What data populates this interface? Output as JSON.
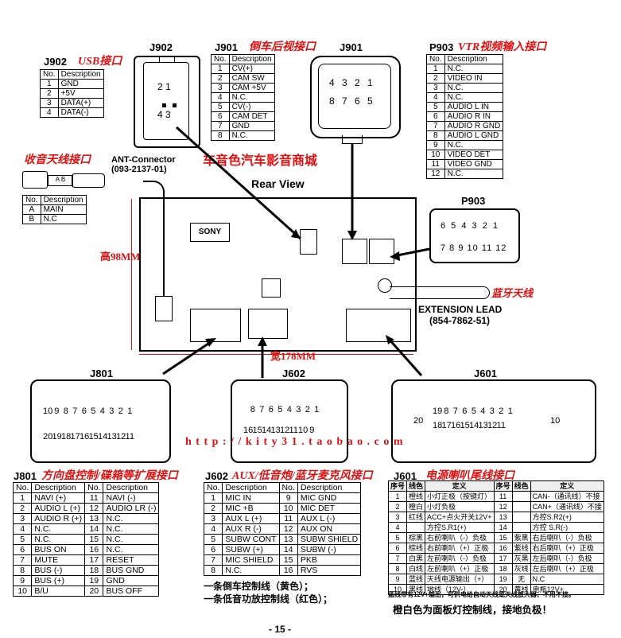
{
  "labels": {
    "j902_top": "J902",
    "j901_mid": "J901",
    "j901_right": "J901",
    "p903_top": "P903",
    "p903_conn": "P903",
    "rear_view": "Rear View",
    "ant_connector": "ANT-Connector",
    "ant_part": "(093-2137-01)",
    "extension_lead": "EXTENSION LEAD",
    "extension_part": "(854-7862-51)",
    "j801_conn": "J801",
    "j602_conn": "J602",
    "j601_conn": "J601",
    "page_number": "- 15 -"
  },
  "chinese": {
    "usb": "USB接口",
    "reverse_cam": "倒车后视接口",
    "vtr": "VTR视频输入接口",
    "radio_ant": "收音天线接口",
    "shop": "车音色汽车影音商城",
    "height": "高98MM",
    "width": "宽178MM",
    "bt_ant": "蓝牙天线",
    "url": "h t t p : / / k i t y 3 1 . t a o b a o . c o m",
    "j801_title": "方向盘控制/碟箱等扩展接口",
    "j602_title": "AUX/低音炮/蓝牙麦克风接口",
    "j601_title": "电源喇叭尾线接口",
    "note1": "一条倒车控制线（黄色）；",
    "note2": "一条低音功放控制线（红色）；",
    "note3": "蓝线带有12V+输出，可供电给自动天线或天线放大器，不用不接。",
    "note4": "橙白色为面板灯控制线，接地负极！"
  },
  "j902_table": {
    "title": "J902",
    "header": [
      "No.",
      "Description"
    ],
    "rows": [
      [
        "1",
        "GND"
      ],
      [
        "2",
        "+5V"
      ],
      [
        "3",
        "DATA(+)"
      ],
      [
        "4",
        "DATA(-)"
      ]
    ]
  },
  "j901_table": {
    "title": "J901",
    "header": [
      "No.",
      "Description"
    ],
    "rows": [
      [
        "1",
        "CV(+)"
      ],
      [
        "2",
        "CAM SW"
      ],
      [
        "3",
        "CAM +5V"
      ],
      [
        "4",
        "N.C."
      ],
      [
        "5",
        "CV(-)"
      ],
      [
        "6",
        "CAM DET"
      ],
      [
        "7",
        "GND"
      ],
      [
        "8",
        "N.C."
      ]
    ]
  },
  "p903_table": {
    "title": "P903",
    "header": [
      "No.",
      "Description"
    ],
    "rows": [
      [
        "1",
        "N.C."
      ],
      [
        "2",
        "VIDEO IN"
      ],
      [
        "3",
        "N.C."
      ],
      [
        "4",
        "N.C."
      ],
      [
        "5",
        "AUDIO L IN"
      ],
      [
        "6",
        "AUDIO R IN"
      ],
      [
        "7",
        "AUDIO R GND"
      ],
      [
        "8",
        "AUDIO L GND"
      ],
      [
        "9",
        "N.C."
      ],
      [
        "10",
        "VIDEO DET"
      ],
      [
        "11",
        "VIDEO GND"
      ],
      [
        "12",
        "N.C."
      ]
    ]
  },
  "ant_table": {
    "header": [
      "No.",
      "Description"
    ],
    "rows": [
      [
        "A",
        "MAIN"
      ],
      [
        "B",
        "N.C"
      ]
    ]
  },
  "ant_plug": {
    "a": "A",
    "b": "B"
  },
  "j902_pins": {
    "r1": "2 1",
    "r2": "4 3"
  },
  "j901_pins": {
    "r1": "4 3 2 1",
    "r2": "8 7 6 5"
  },
  "p903_pins": {
    "r1": "6 5 4 3 2 1",
    "r2": "7 8 9 10 11 12"
  },
  "j801_pins": {
    "r1": [
      "10",
      "9",
      "8",
      "7",
      "6",
      "5",
      "4",
      "3",
      "2",
      "1"
    ],
    "r2": [
      "20",
      "19",
      "18",
      "17",
      "16",
      "15",
      "14",
      "13",
      "12",
      "11"
    ]
  },
  "j602_pins": {
    "r1": [
      "8",
      "7",
      "6",
      "5",
      "4",
      "3",
      "2",
      "1"
    ],
    "r2": [
      "16",
      "15",
      "14",
      "13",
      "12",
      "11",
      "10",
      "9"
    ]
  },
  "j601_pins": {
    "left": "20",
    "r1": [
      "19",
      "8",
      "7",
      "6",
      "5",
      "4",
      "3",
      "2",
      "1"
    ],
    "r2": [
      "18",
      "17",
      "16",
      "15",
      "14",
      "13",
      "12",
      "11"
    ],
    "right": "10"
  },
  "j801_table": {
    "title": "J801",
    "header": [
      "No.",
      "Description",
      "No.",
      "Description"
    ],
    "rows": [
      [
        "1",
        "NAVI (+)",
        "11",
        "NAVI (-)"
      ],
      [
        "2",
        "AUDIO L (+)",
        "12",
        "AUDIO LR (-)"
      ],
      [
        "3",
        "AUDIO R (+)",
        "13",
        "N.C."
      ],
      [
        "4",
        "N.C.",
        "14",
        "N.C."
      ],
      [
        "5",
        "N.C.",
        "15",
        "N.C."
      ],
      [
        "6",
        "BUS ON",
        "16",
        "N.C."
      ],
      [
        "7",
        "MUTE",
        "17",
        "RESET"
      ],
      [
        "8",
        "BUS (-)",
        "18",
        "BUS GND"
      ],
      [
        "9",
        "BUS (+)",
        "19",
        "GND"
      ],
      [
        "10",
        "B/U",
        "20",
        "BUS OFF"
      ]
    ]
  },
  "j602_table": {
    "title": "J602",
    "header": [
      "No.",
      "Description",
      "No.",
      "Description"
    ],
    "rows": [
      [
        "1",
        "MIC IN",
        "9",
        "MIC GND"
      ],
      [
        "2",
        "MIC +B",
        "10",
        "MIC DET"
      ],
      [
        "3",
        "AUX L (+)",
        "11",
        "AUX L (-)"
      ],
      [
        "4",
        "AUX R (-)",
        "12",
        "AUX ON"
      ],
      [
        "5",
        "SUBW CONT",
        "13",
        "SUBW SHIELD"
      ],
      [
        "6",
        "SUBW (+)",
        "14",
        "SUBW (-)"
      ],
      [
        "7",
        "MIC SHIELD",
        "15",
        "PKB"
      ],
      [
        "8",
        "N.C.",
        "16",
        "RVS"
      ]
    ]
  },
  "j601_table": {
    "title": "J601",
    "header": [
      "序号",
      "线色",
      "定义",
      "序号",
      "线色",
      "定义"
    ],
    "rows": [
      [
        "1",
        "橙线",
        "小灯正极（按键灯）",
        "11",
        "",
        "CAN-（通讯线）不接"
      ],
      [
        "2",
        "橙白",
        "小灯负极",
        "12",
        "",
        "CAN+（通讯线）不接"
      ],
      [
        "3",
        "红线",
        "ACC+点火开关12V+",
        "13",
        "",
        "方控S.R2(+)"
      ],
      [
        "4",
        "",
        "方控S.R1(+)",
        "14",
        "",
        "方控 S.R(-)"
      ],
      [
        "5",
        "棕黑",
        "右前喇叭（-）负极",
        "15",
        "紫黑",
        "右后喇叭（-）负极"
      ],
      [
        "6",
        "棕线",
        "右前喇叭（+）正极",
        "16",
        "紫线",
        "右后喇叭（+）正极"
      ],
      [
        "7",
        "白黑",
        "左前喇叭（-）负极",
        "17",
        "灰黑",
        "左后喇叭（-）负极"
      ],
      [
        "8",
        "白线",
        "左前喇叭（+）正极",
        "18",
        "灰线",
        "左后喇叭（+）正极"
      ],
      [
        "9",
        "蓝线",
        "天线电源输出（+）",
        "19",
        "无",
        "N.C"
      ],
      [
        "10",
        "黑线",
        "地线（12V-）",
        "20",
        "黄线",
        "电瓶12V+"
      ]
    ]
  }
}
